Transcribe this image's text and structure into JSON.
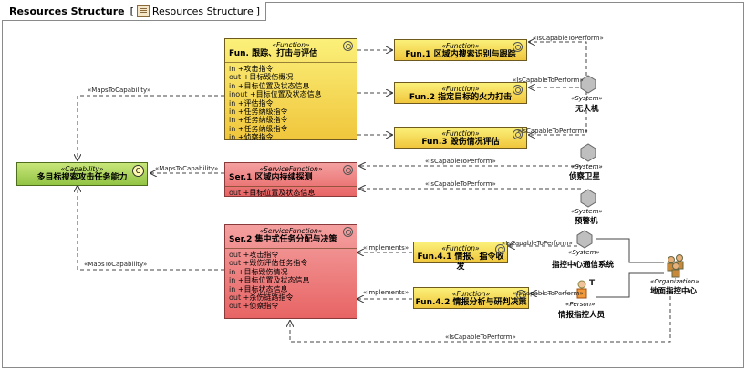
{
  "tab": {
    "title": "Resources Structure",
    "diagram_name": "Resources Structure"
  },
  "functions": {
    "main": {
      "stereotype": "«Function»",
      "name": "Fun. 跟踪、打击与评估",
      "attributes": [
        {
          "dir": "in",
          "text": "+攻击指令"
        },
        {
          "dir": "out",
          "text": "+目标毁伤概况"
        },
        {
          "dir": "in",
          "text": "+目标位置及状态信息"
        },
        {
          "dir": "inout",
          "text": "+目标位置及状态信息"
        },
        {
          "dir": "in",
          "text": "+评估指令"
        },
        {
          "dir": "in",
          "text": "+任务纳级指令"
        },
        {
          "dir": "in",
          "text": "+任务纳级指令"
        },
        {
          "dir": "in",
          "text": "+任务纳级指令"
        },
        {
          "dir": "in",
          "text": "+侦察指令"
        }
      ]
    },
    "f1": {
      "stereotype": "«Function»",
      "name": "Fun.1 区域内搜索识别与跟踪"
    },
    "f2": {
      "stereotype": "«Function»",
      "name": "Fun.2 指定目标的火力打击"
    },
    "f3": {
      "stereotype": "«Function»",
      "name": "Fun.3 毁伤情况评估"
    },
    "f41": {
      "stereotype": "«Function»",
      "name": "Fun.4.1 情报、指令收发"
    },
    "f42": {
      "stereotype": "«Function»",
      "name": "Fun.4.2 情报分析与研判决策"
    }
  },
  "service_functions": {
    "s1": {
      "stereotype": "«ServiceFunction»",
      "name": "Ser.1 区域内持续探测",
      "attributes": [
        {
          "dir": "out",
          "text": "+目标位置及状态信息"
        }
      ]
    },
    "s2": {
      "stereotype": "«ServiceFunction»",
      "name": "Ser.2 集中式任务分配与决策",
      "attributes": [
        {
          "dir": "out",
          "text": "+攻击指令"
        },
        {
          "dir": "out",
          "text": "+毁伤评估任务指令"
        },
        {
          "dir": "in",
          "text": "+目标毁伤情况"
        },
        {
          "dir": "in",
          "text": "+目标位置及状态信息"
        },
        {
          "dir": "in",
          "text": "+目标状态信息"
        },
        {
          "dir": "out",
          "text": "+杀伤链路指令"
        },
        {
          "dir": "out",
          "text": "+侦察指令"
        }
      ]
    }
  },
  "capability": {
    "stereotype": "«Capability»",
    "name": "多目标搜索攻击任务能力",
    "icon": "C"
  },
  "actors": {
    "uav": {
      "stereotype": "«System»",
      "name": "无人机"
    },
    "sat": {
      "stereotype": "«System»",
      "name": "侦察卫星"
    },
    "awacs": {
      "stereotype": "«System»",
      "name": "预警机"
    },
    "comm": {
      "stereotype": "«System»",
      "name": "指控中心通信系统"
    },
    "person": {
      "stereotype": "«Person»",
      "name": "情报指控人员"
    },
    "org": {
      "stereotype": "«Organization»",
      "name": "地面指控中心"
    }
  },
  "relations": {
    "is_capable": "«IsCapableToPerform»",
    "maps_to": "«MapsToCapability»",
    "implements": "«Implements»"
  },
  "colors": {
    "function": "#f2cf45",
    "service": "#e86464",
    "capability": "#92c444",
    "accent": "#6e5a1e"
  }
}
